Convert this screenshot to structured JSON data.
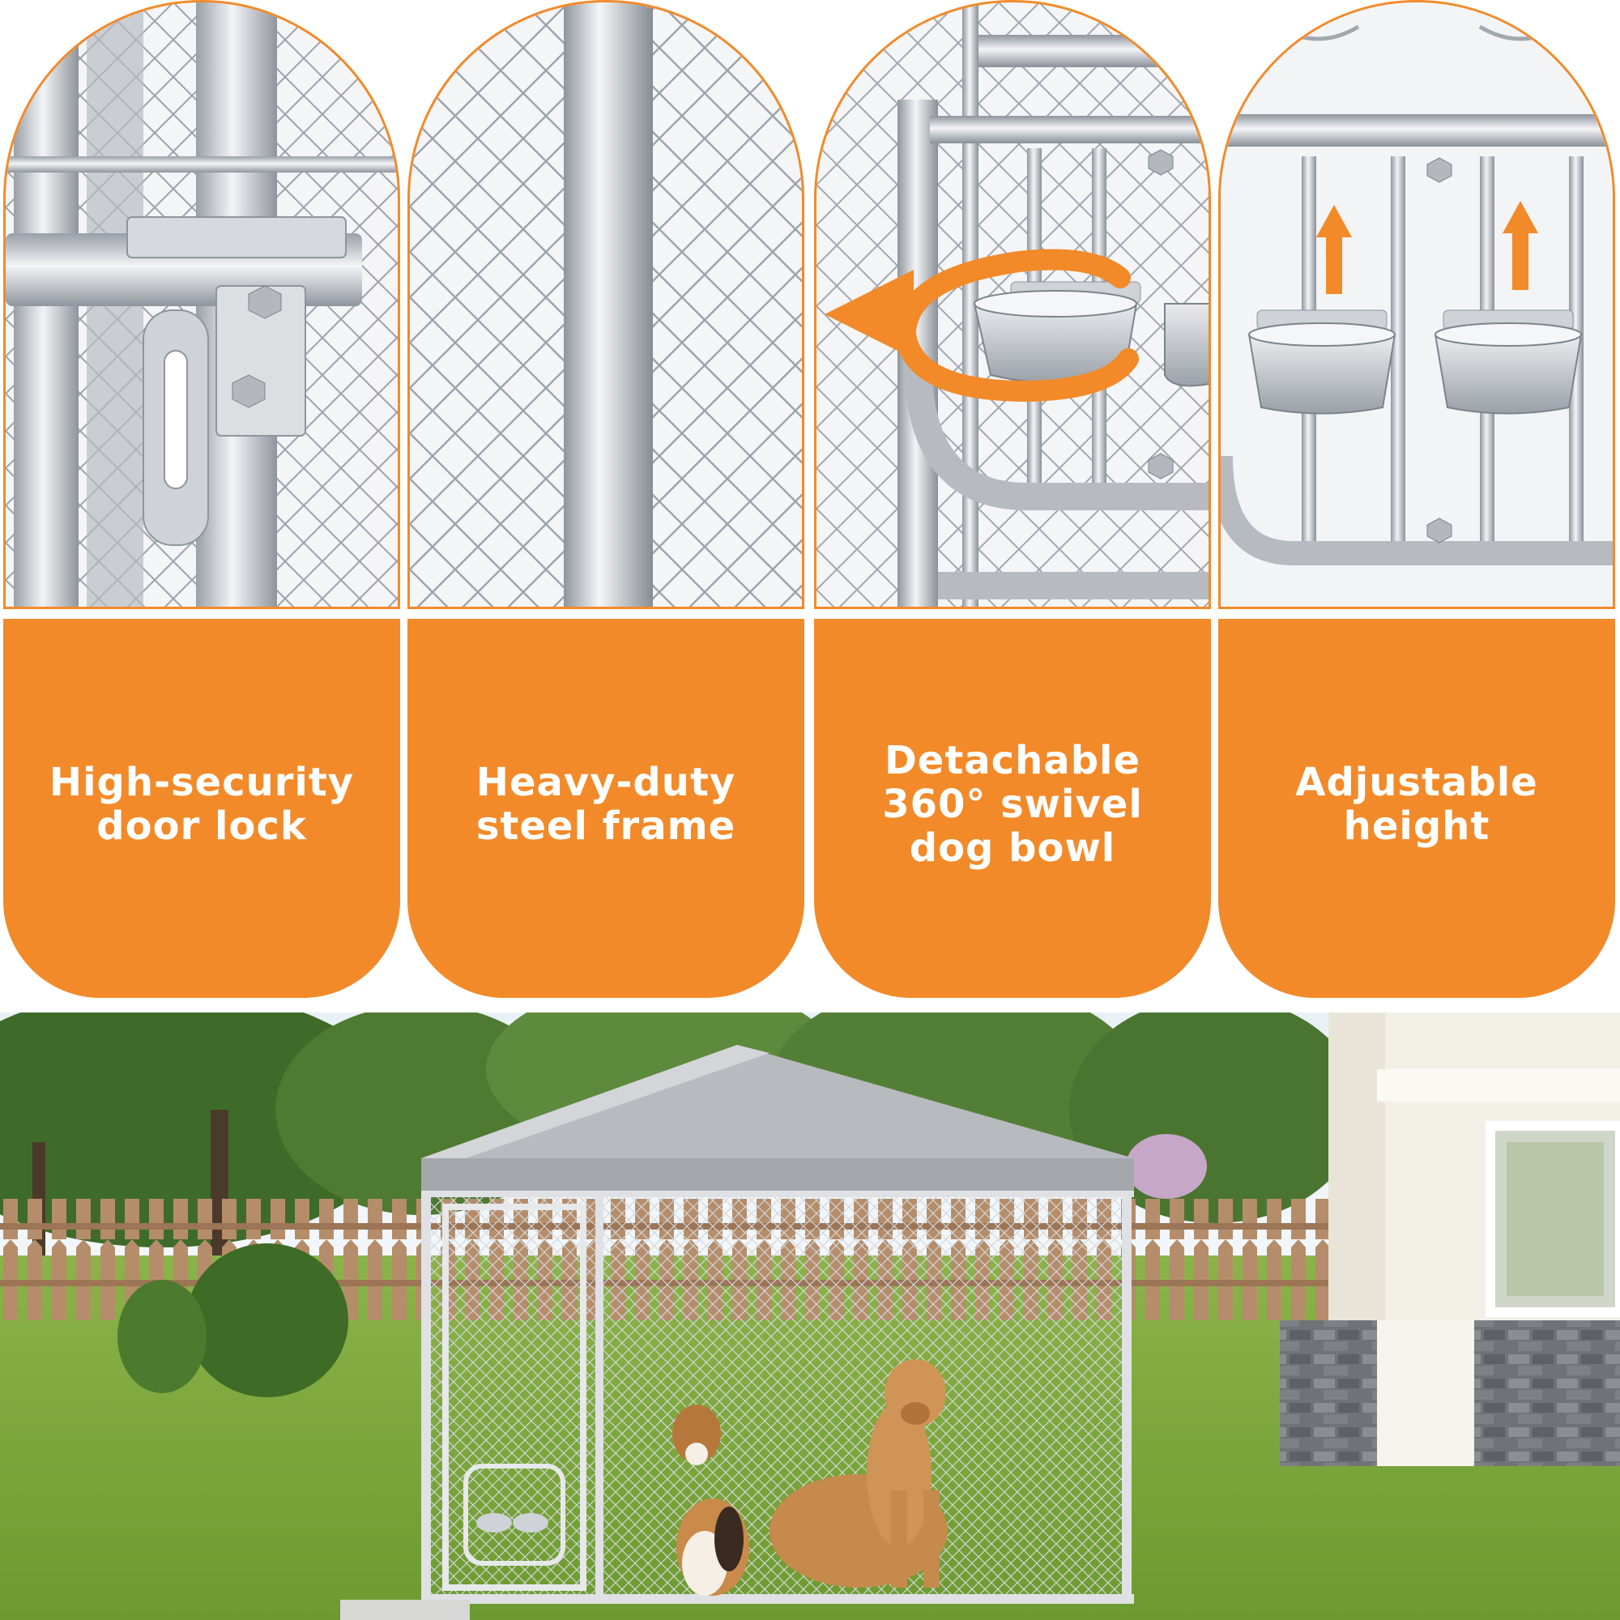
{
  "features": [
    {
      "icon": "door-lock-icon",
      "label": "High-security door lock"
    },
    {
      "icon": "steel-frame-icon",
      "label": "Heavy-duty steel frame"
    },
    {
      "icon": "swivel-bowl-icon",
      "label": "Detachable 360° swivel dog bowl"
    },
    {
      "icon": "height-arrow-icon",
      "label": "Adjustable height"
    }
  ],
  "colors": {
    "accent": "#f28a2a",
    "label_text": "#ffffff",
    "metal": "#c9ccd1",
    "roof": "#a9acb1",
    "grass": "#7aa63a"
  }
}
